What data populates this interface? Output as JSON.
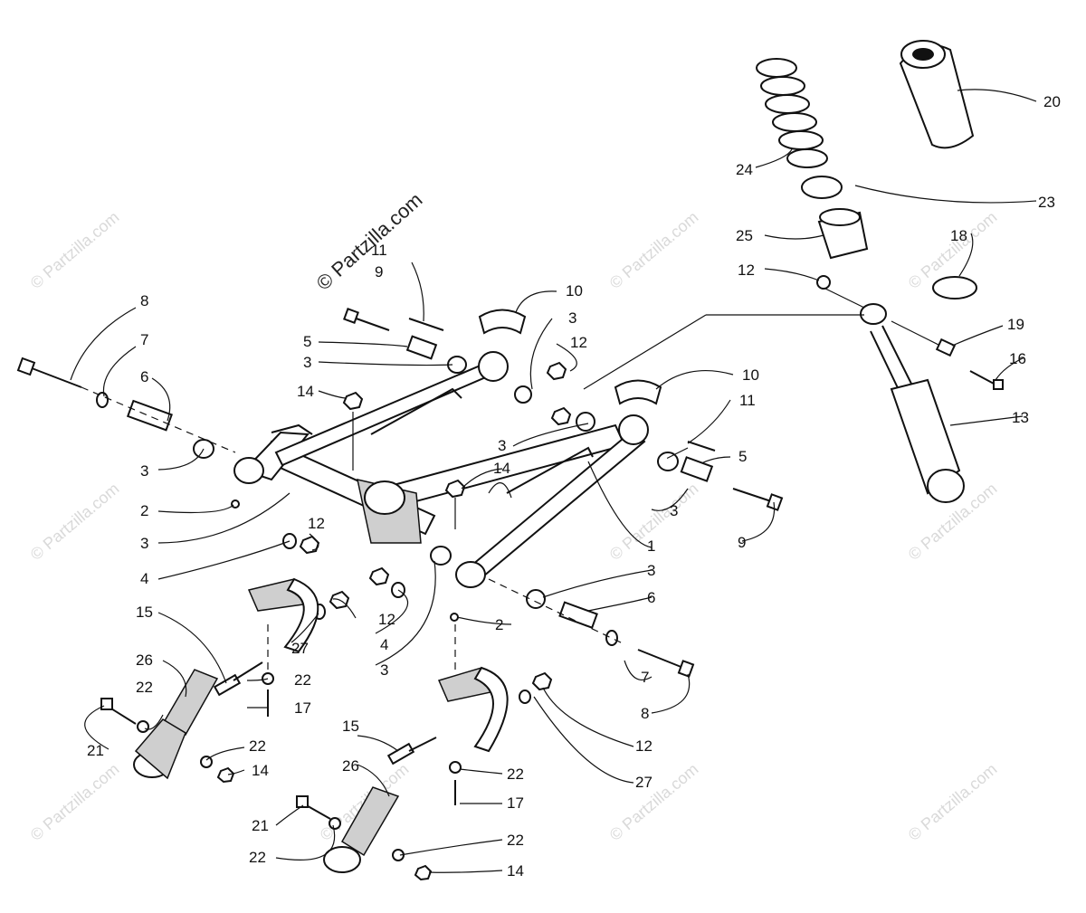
{
  "diagram": {
    "watermark_main": "© Partzilla.com",
    "watermark_repeat": "© Partzilla.com",
    "callouts": [
      "1",
      "2",
      "3",
      "4",
      "5",
      "6",
      "7",
      "8",
      "9",
      "10",
      "11",
      "12",
      "13",
      "14",
      "15",
      "16",
      "17",
      "18",
      "19",
      "20",
      "21",
      "22",
      "23",
      "24",
      "25",
      "26",
      "27"
    ]
  }
}
